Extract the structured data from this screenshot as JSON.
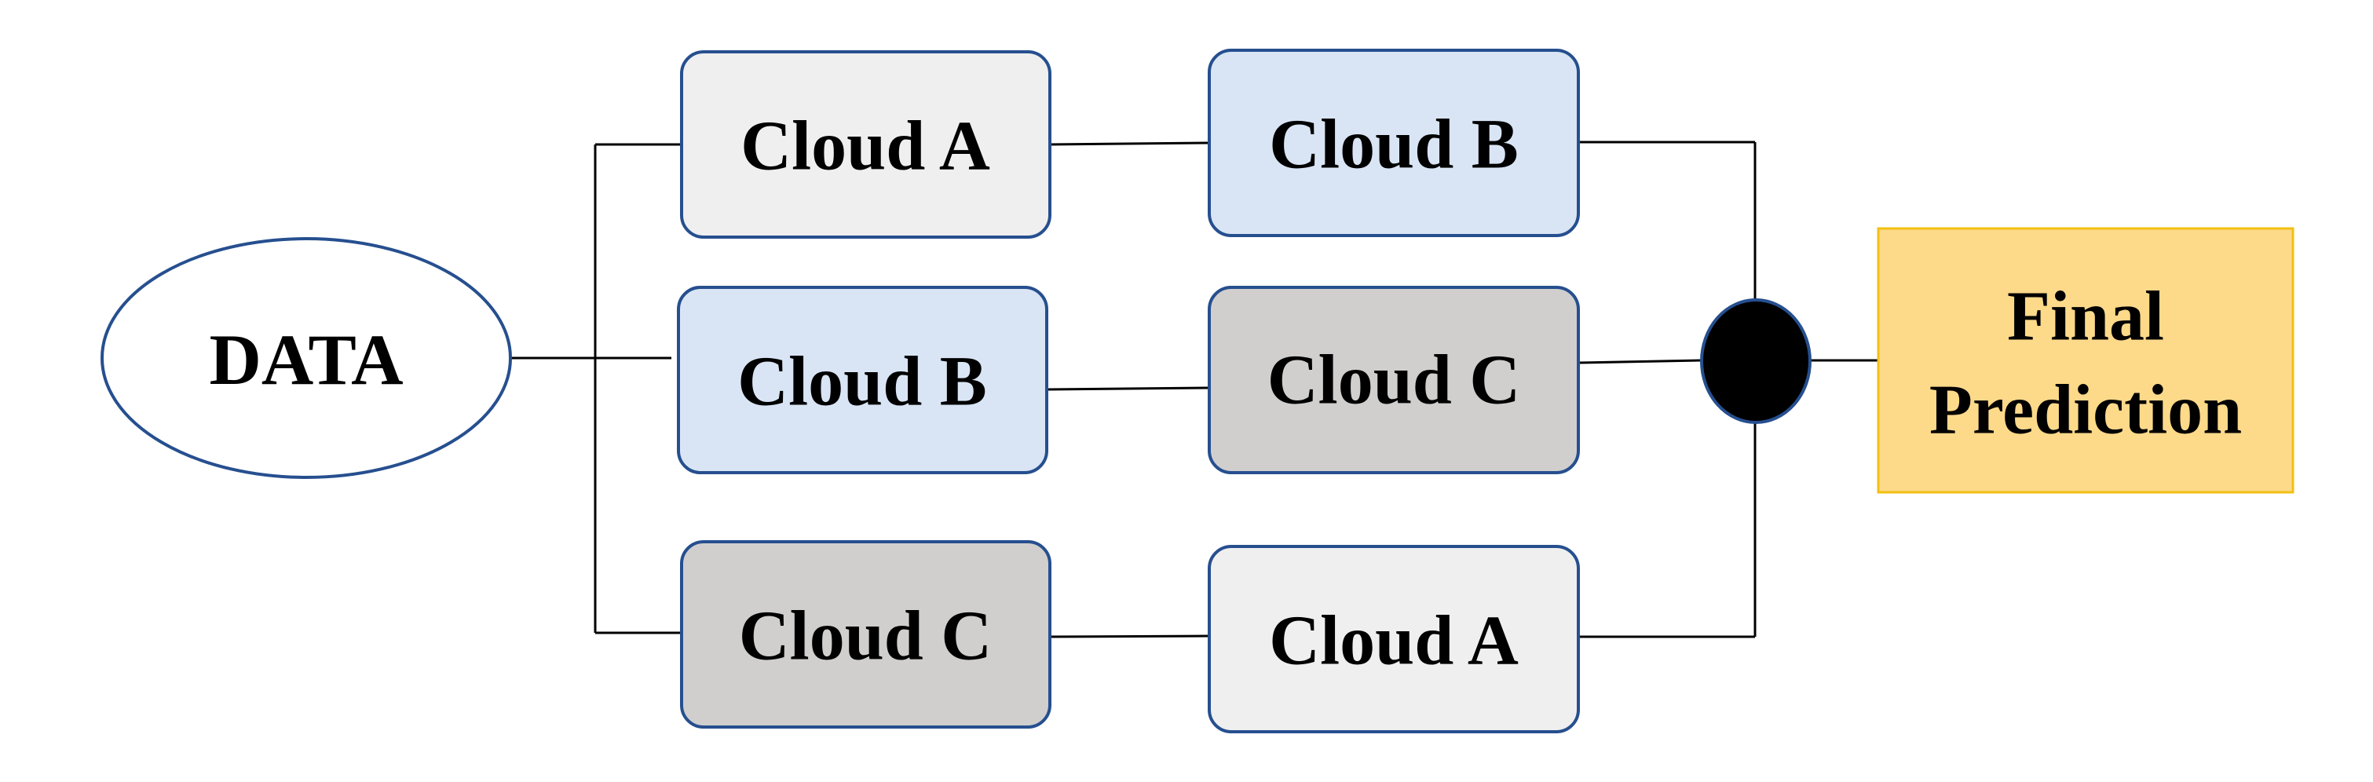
{
  "diagram": {
    "data_label": "DATA",
    "row1": {
      "first": "Cloud A",
      "second": "Cloud B"
    },
    "row2": {
      "first": "Cloud B",
      "second": "Cloud C"
    },
    "row3": {
      "first": "Cloud C",
      "second": "Cloud A"
    },
    "output_line1": "Final",
    "output_line2": "Prediction"
  },
  "colors": {
    "cloud_a_fill": "#efefef",
    "cloud_b_fill": "#d9e5f4",
    "cloud_c_fill": "#d0cfce",
    "node_border": "#264f8f",
    "junction_fill": "#000000",
    "output_fill": "#fdd98a",
    "output_border": "#f3c012"
  }
}
